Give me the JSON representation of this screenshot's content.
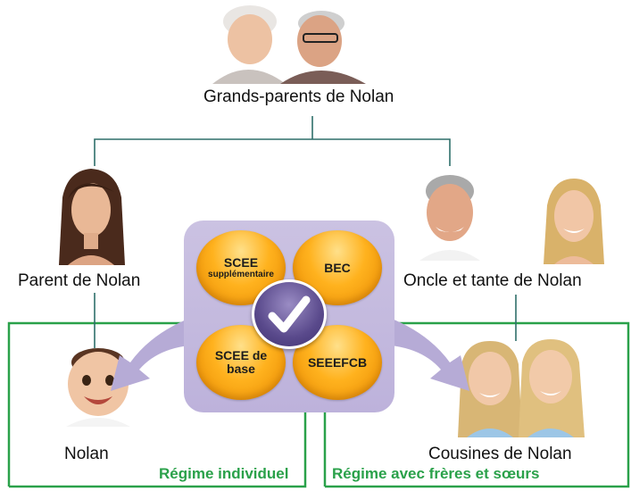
{
  "labels": {
    "grandparents": "Grands-parents de Nolan",
    "parent": "Parent de Nolan",
    "uncle_aunt": "Oncle et tante de Nolan",
    "nolan": "Nolan",
    "cousins": "Cousines de Nolan"
  },
  "regimes": {
    "individual": "Régime individuel",
    "siblings": "Régime avec frères et sœurs"
  },
  "grants": {
    "top_left_line1": "SCEE",
    "top_left_line2": "supplémentaire",
    "top_right": "BEC",
    "bottom_left_line1": "SCEE de",
    "bottom_left_line2": "base",
    "bottom_right": "SEEEFCB"
  },
  "colors": {
    "regime_green": "#2aa14a",
    "tree_line": "#2f6f6a",
    "panel_purple": "#c3b9de",
    "orb_orange": "#ffb21e"
  },
  "icons": {
    "center": "checkmark-icon"
  }
}
